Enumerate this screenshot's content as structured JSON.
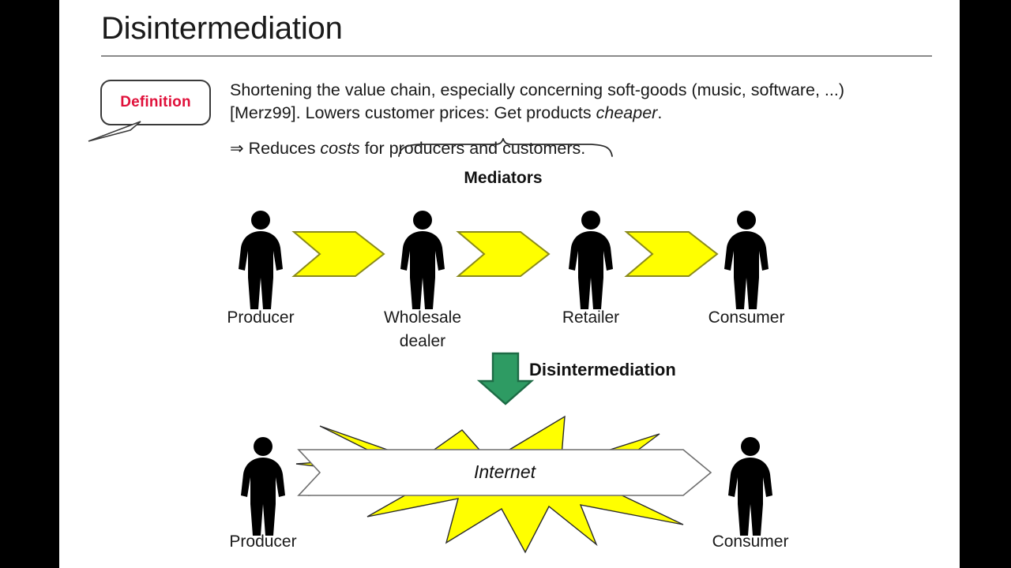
{
  "slide": {
    "title": "Disintermediation",
    "definition": {
      "badge_label": "Definition",
      "body_part1": "Shortening the value chain, especially concerning soft-goods (music, software, ...) [Merz99]. Lowers customer prices: Get products ",
      "body_emphasis": "cheaper",
      "body_part2": ".",
      "result_arrow": "⇒",
      "result_part1": " Reduces ",
      "result_emphasis": "costs",
      "result_part2": " for producers and customers."
    },
    "chain_before": {
      "mediators_label": "Mediators",
      "nodes": [
        {
          "label": "Producer"
        },
        {
          "label": "Wholesale\ndealer"
        },
        {
          "label": "Retailer"
        },
        {
          "label": "Consumer"
        }
      ],
      "flow_arrow_count": 3
    },
    "transition": {
      "label": "Disintermediation",
      "arrow_direction": "down",
      "arrow_color": "#2E9B63"
    },
    "chain_after": {
      "channel_label": "Internet",
      "nodes": [
        {
          "label": "Producer"
        },
        {
          "label": "Consumer"
        }
      ]
    },
    "colors": {
      "accent_red": "#e0103a",
      "arrow_yellow": "#FFFF00",
      "arrow_yellow_outline": "#8a8a1a",
      "green": "#2E9B63",
      "green_outline": "#1d6b45",
      "rule_gray": "#8a8a8a",
      "figure_black": "#000000",
      "letterbox_black": "#000000"
    }
  }
}
